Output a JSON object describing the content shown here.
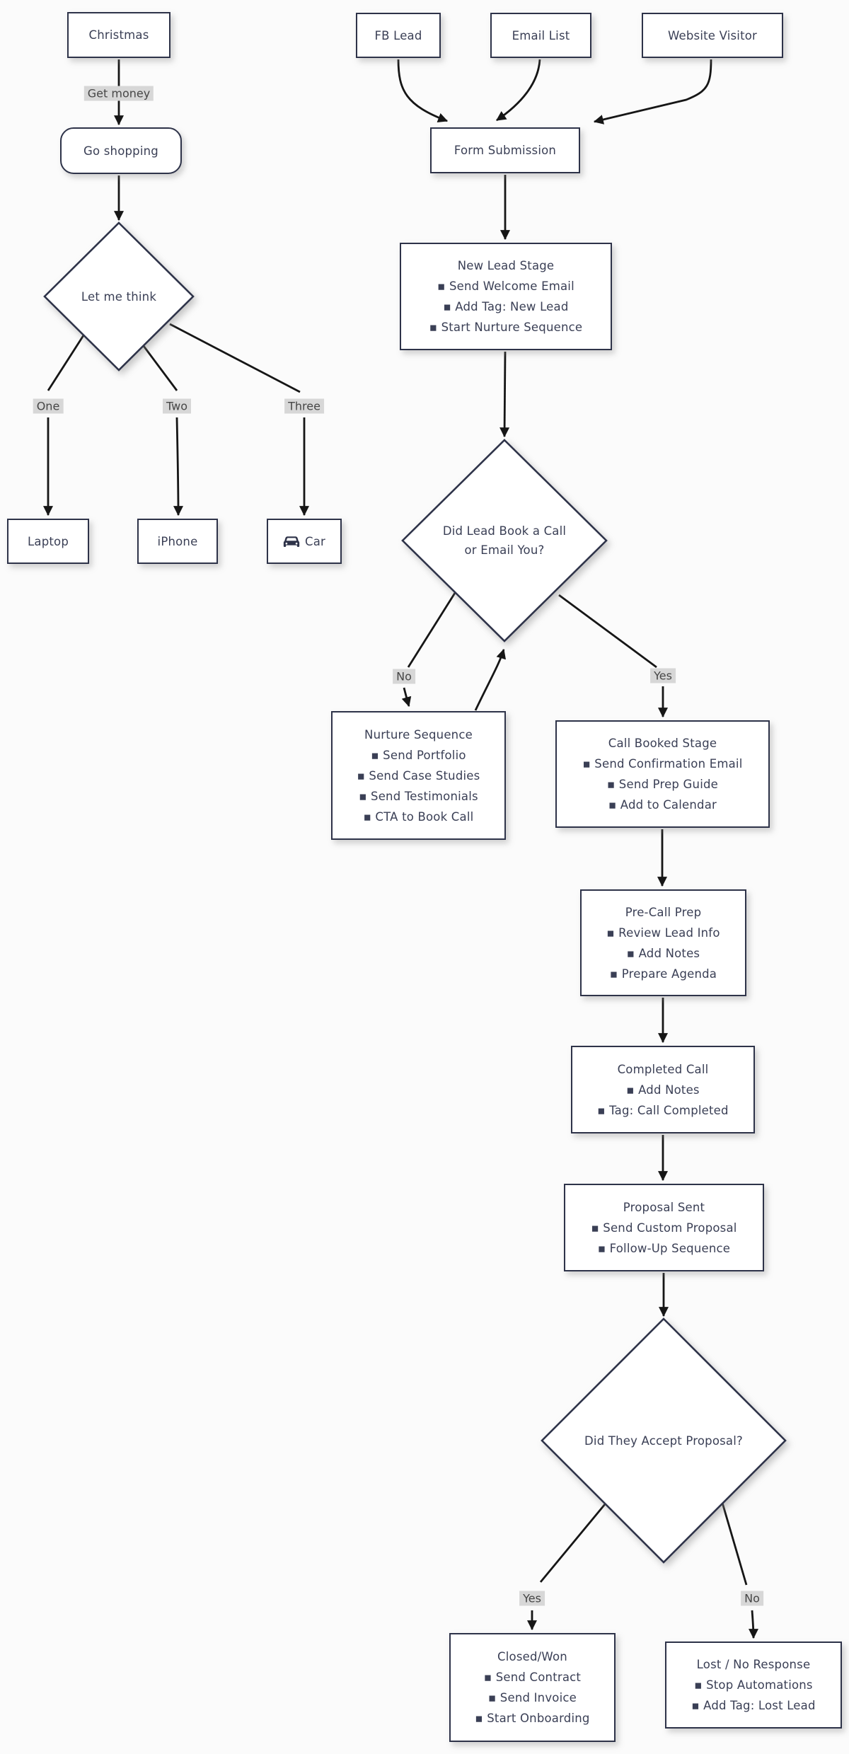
{
  "colors": {
    "background": "#fbfbfb",
    "node_fill": "#ffffff",
    "node_border": "#2e3349",
    "node_text": "#3a3f55",
    "edge": "#161616",
    "edge_label_bg": "#d7d7d7",
    "edge_label_text": "#464646"
  },
  "left_flow": {
    "nodes": {
      "christmas": {
        "label": "Christmas"
      },
      "go_shopping": {
        "label": "Go shopping"
      },
      "let_me_think": {
        "label": "Let me think"
      },
      "laptop": {
        "label": "Laptop"
      },
      "iphone": {
        "label": "iPhone"
      },
      "car": {
        "label": "Car",
        "icon": "car-icon"
      }
    },
    "edge_labels": {
      "get_money": "Get money",
      "one": "One",
      "two": "Two",
      "three": "Three"
    }
  },
  "right_flow": {
    "nodes": {
      "fb_lead": {
        "label": "FB Lead"
      },
      "email_list": {
        "label": "Email List"
      },
      "website_visitor": {
        "label": "Website Visitor"
      },
      "form_submission": {
        "label": "Form Submission"
      },
      "new_lead_stage": {
        "title": "New Lead Stage",
        "items": [
          "▪ Send Welcome Email",
          "▪ Add Tag: New Lead",
          "▪ Start Nurture Sequence"
        ]
      },
      "book_call_decision": {
        "line1": "Did Lead Book a Call",
        "line2": "or Email You?"
      },
      "nurture_sequence": {
        "title": "Nurture Sequence",
        "items": [
          "▪ Send Portfolio",
          "▪ Send Case Studies",
          "▪ Send Testimonials",
          "▪ CTA to Book Call"
        ]
      },
      "call_booked_stage": {
        "title": "Call Booked Stage",
        "items": [
          "▪ Send Confirmation Email",
          "▪ Send Prep Guide",
          "▪ Add to Calendar"
        ]
      },
      "pre_call_prep": {
        "title": "Pre-Call Prep",
        "items": [
          "▪ Review Lead Info",
          "▪ Add Notes",
          "▪ Prepare Agenda"
        ]
      },
      "completed_call": {
        "title": "Completed Call",
        "items": [
          "▪ Add Notes",
          "▪ Tag: Call Completed"
        ]
      },
      "proposal_sent": {
        "title": "Proposal Sent",
        "items": [
          "▪ Send Custom Proposal",
          "▪ Follow-Up Sequence"
        ]
      },
      "accept_decision": {
        "label": "Did They Accept Proposal?"
      },
      "closed_won": {
        "title": "Closed/Won",
        "items": [
          "▪ Send Contract",
          "▪ Send Invoice",
          "▪ Start Onboarding"
        ]
      },
      "lost_no_response": {
        "title": "Lost / No Response",
        "items": [
          "▪ Stop Automations",
          "▪ Add Tag: Lost Lead"
        ]
      }
    },
    "edge_labels": {
      "no_book": "No",
      "yes_book": "Yes",
      "yes_accept": "Yes",
      "no_accept": "No"
    }
  }
}
